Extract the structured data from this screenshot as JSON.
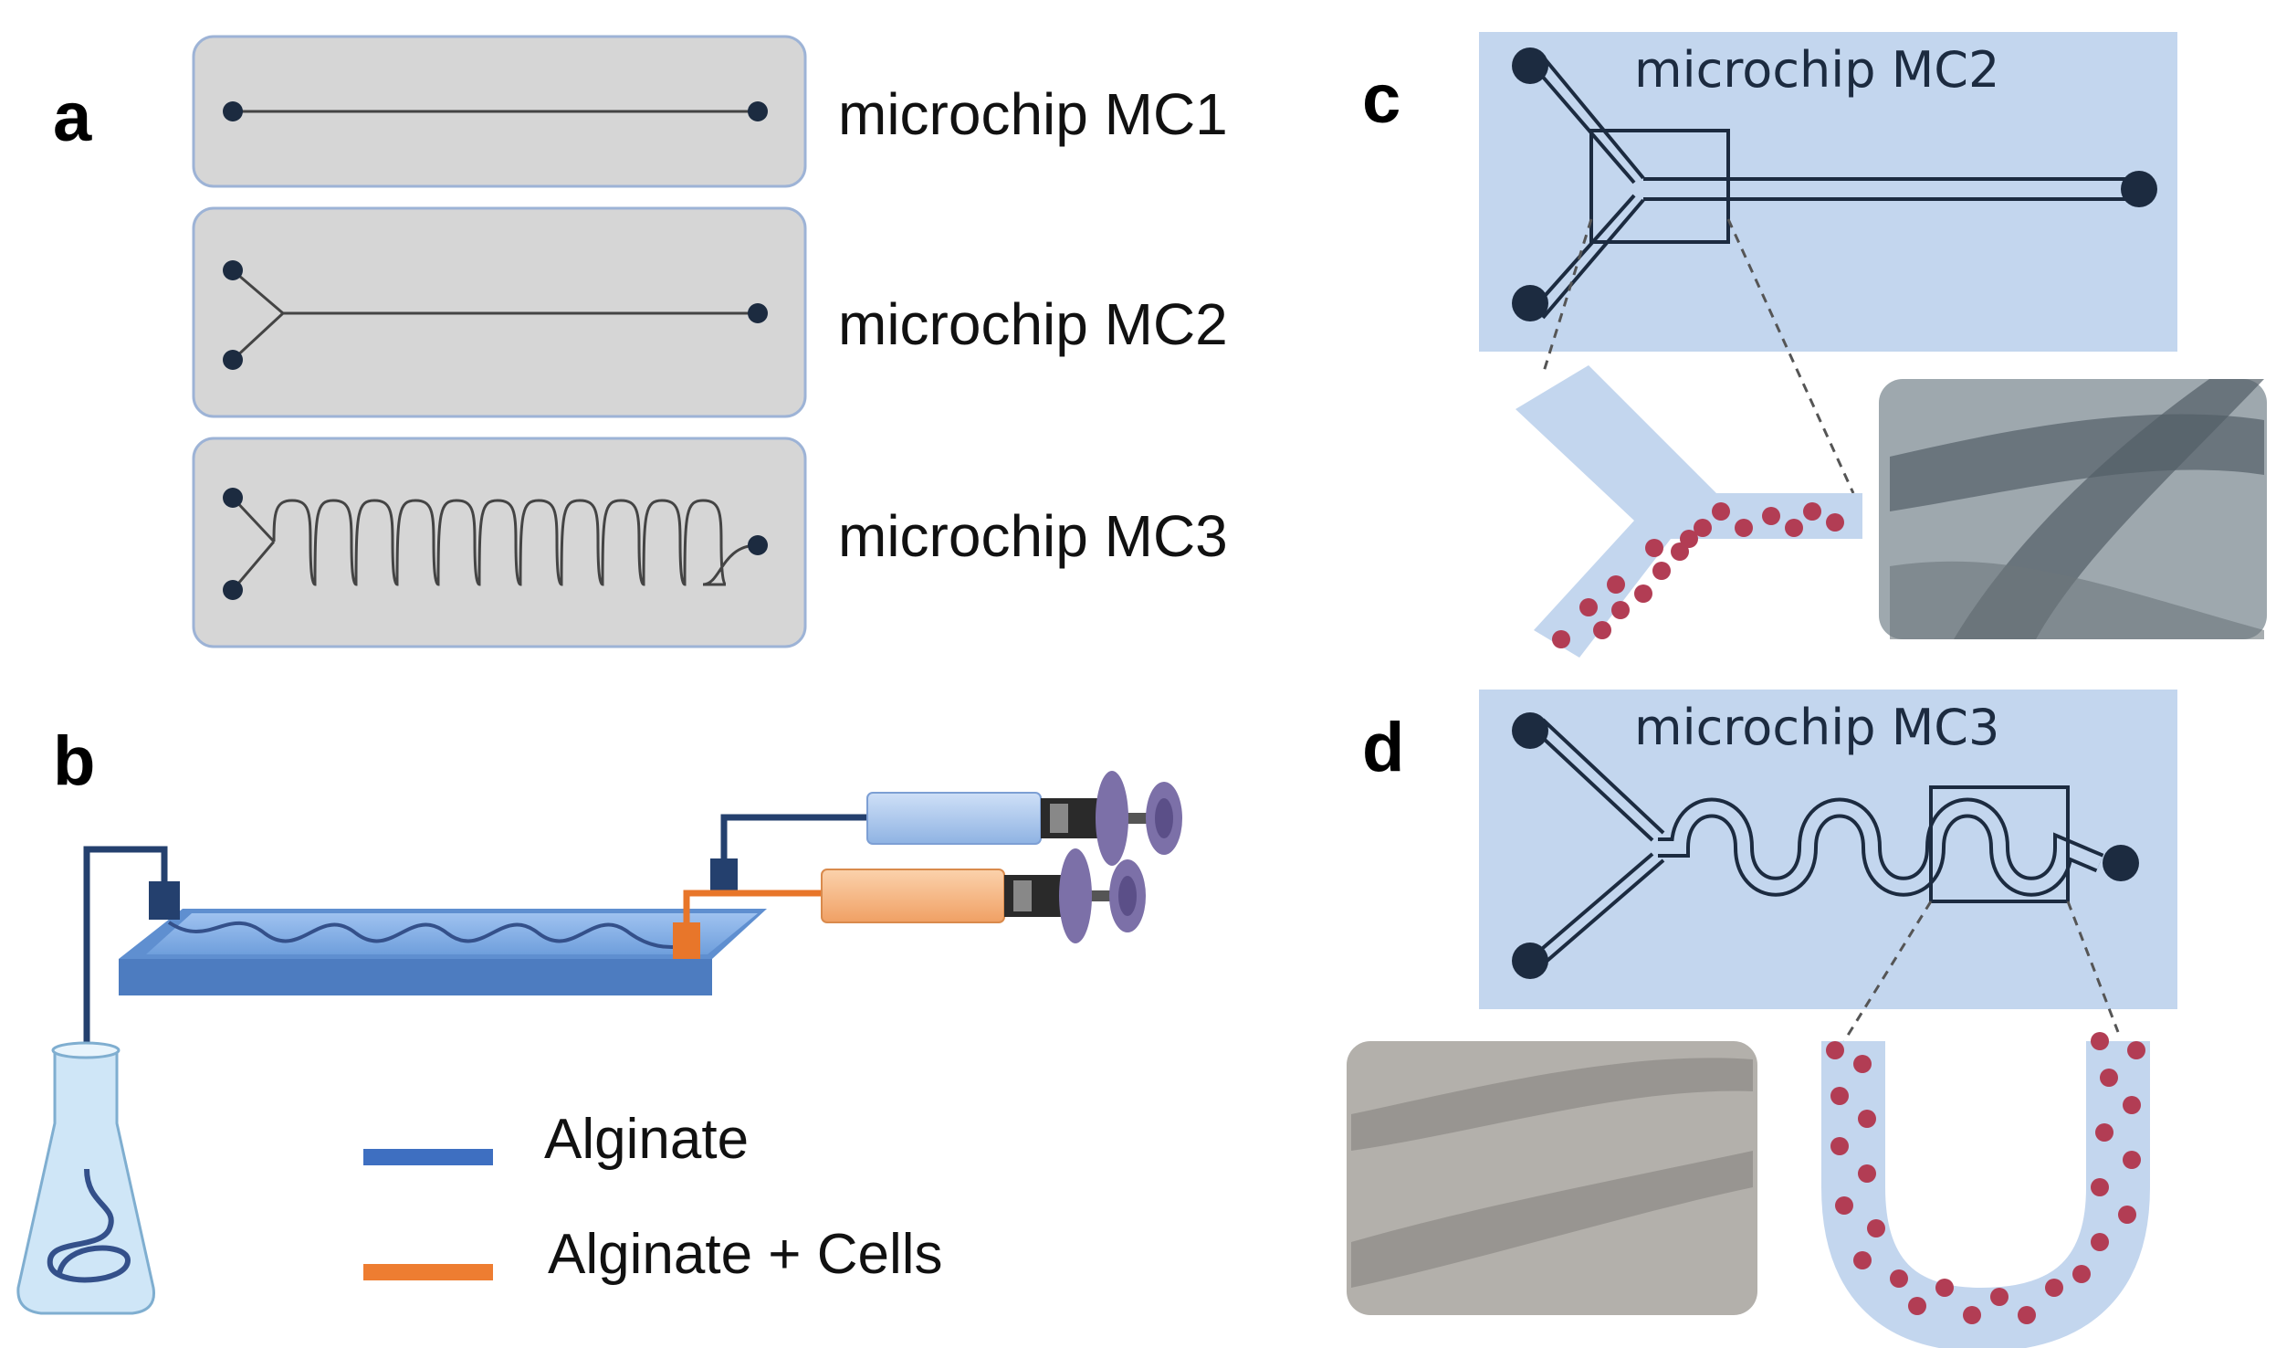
{
  "panels": {
    "a": {
      "letter": "a",
      "chips": [
        {
          "label": "microchip MC1"
        },
        {
          "label": "microchip MC2"
        },
        {
          "label": "microchip MC3"
        }
      ]
    },
    "b": {
      "letter": "b",
      "legend": [
        {
          "label": "Alginate",
          "color": "#3e6fc1"
        },
        {
          "label": "Alginate + Cells",
          "color": "#ee7d31"
        }
      ]
    },
    "c": {
      "letter": "c",
      "chip_title": "microchip MC2"
    },
    "d": {
      "letter": "d",
      "chip_title": "microchip MC3"
    }
  },
  "colors": {
    "chip_gray": "#d6d6d6",
    "chip_border": "#9db3d6",
    "blue_bg": "#c3d6ee",
    "channel_dark": "#1c2b40",
    "cell_red": "#b23d54",
    "orange": "#ee7d31",
    "blue": "#3e6fc1"
  }
}
